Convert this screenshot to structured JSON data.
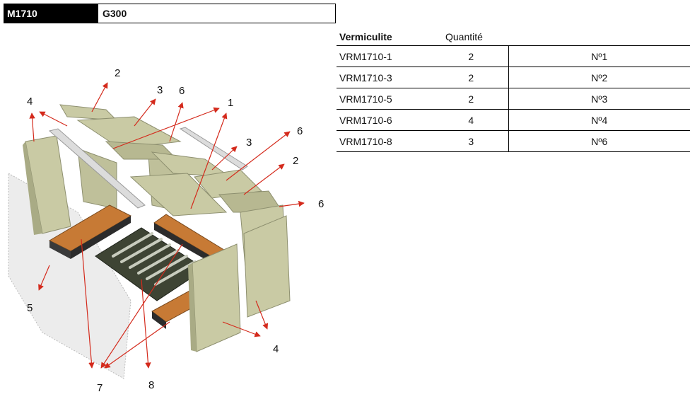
{
  "header": {
    "code": "M1710",
    "model": "G300"
  },
  "table": {
    "col_part": "Vermiculite",
    "col_qty": "Quantité",
    "rows": [
      {
        "ref": "VRM1710-1",
        "qty": "2",
        "num": "Nº1"
      },
      {
        "ref": "VRM1710-3",
        "qty": "2",
        "num": "Nº2"
      },
      {
        "ref": "VRM1710-5",
        "qty": "2",
        "num": "Nº3"
      },
      {
        "ref": "VRM1710-6",
        "qty": "4",
        "num": "Nº4"
      },
      {
        "ref": "VRM1710-8",
        "qty": "3",
        "num": "Nº6"
      }
    ]
  },
  "diagram": {
    "labels": [
      "2",
      "3",
      "6",
      "1",
      "4",
      "6",
      "3",
      "2",
      "6",
      "5",
      "4",
      "7",
      "8"
    ],
    "colors": {
      "panel": "#c9caa4",
      "panel_dark": "#a9ab85",
      "wood": "#c77a35",
      "grate": "#3e4434",
      "arrow": "#d42a1c"
    }
  }
}
